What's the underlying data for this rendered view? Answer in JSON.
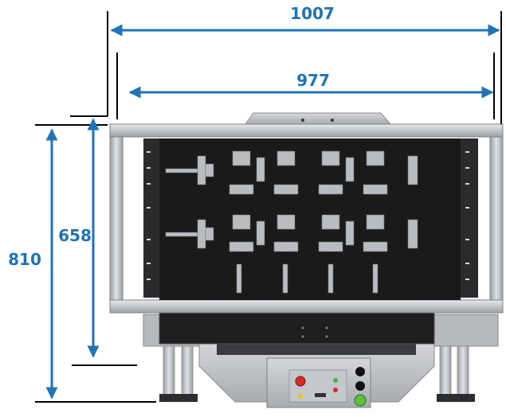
{
  "dimensions": {
    "overall_width": "1007",
    "inner_width": "977",
    "frame_height": "658",
    "overall_height": "810"
  },
  "colors": {
    "dimension": "#1f73b7",
    "extension_line": "#000000",
    "panel": "#1a1a1a",
    "frame": "#c9ccd0",
    "frame_shadow": "#8a8d92",
    "bracket": "#b9bcc0",
    "steel": "#a3a6ab",
    "red_button": "#d62b24",
    "green_button": "#5cc23b",
    "yellow_light": "#e3c81b",
    "green_light": "#3fb24a",
    "black_knob": "#111111"
  },
  "icons": {
    "red_button": "red-push-button",
    "green_button": "green-push-button",
    "knob": "selector-knob"
  }
}
